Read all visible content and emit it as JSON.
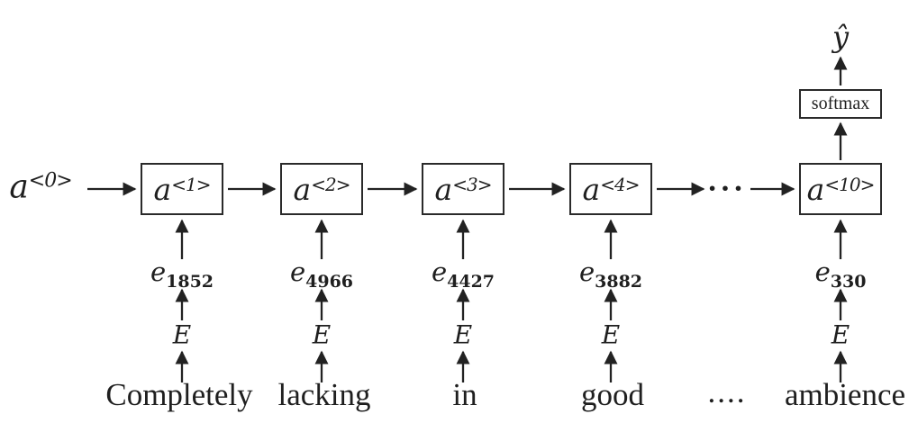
{
  "rnn": {
    "initial": {
      "base": "a",
      "sup": "<0>"
    },
    "cells": [
      {
        "base": "a",
        "sup": "<1>"
      },
      {
        "base": "a",
        "sup": "<2>"
      },
      {
        "base": "a",
        "sup": "<3>"
      },
      {
        "base": "a",
        "sup": "<4>"
      },
      {
        "base": "a",
        "sup": "<10>"
      }
    ],
    "hidden_ellipsis": "···",
    "softmax_label": "softmax",
    "output_label": "ŷ",
    "embedding_matrix_label": "E",
    "embeddings": [
      {
        "base": "e",
        "sub": "1852",
        "word": "Completely"
      },
      {
        "base": "e",
        "sub": "4966",
        "word": "lacking"
      },
      {
        "base": "e",
        "sub": "4427",
        "word": "in"
      },
      {
        "base": "e",
        "sub": "3882",
        "word": "good"
      },
      {
        "base": "e",
        "sub": "330",
        "word": "ambience"
      }
    ],
    "word_ellipsis": "...."
  }
}
